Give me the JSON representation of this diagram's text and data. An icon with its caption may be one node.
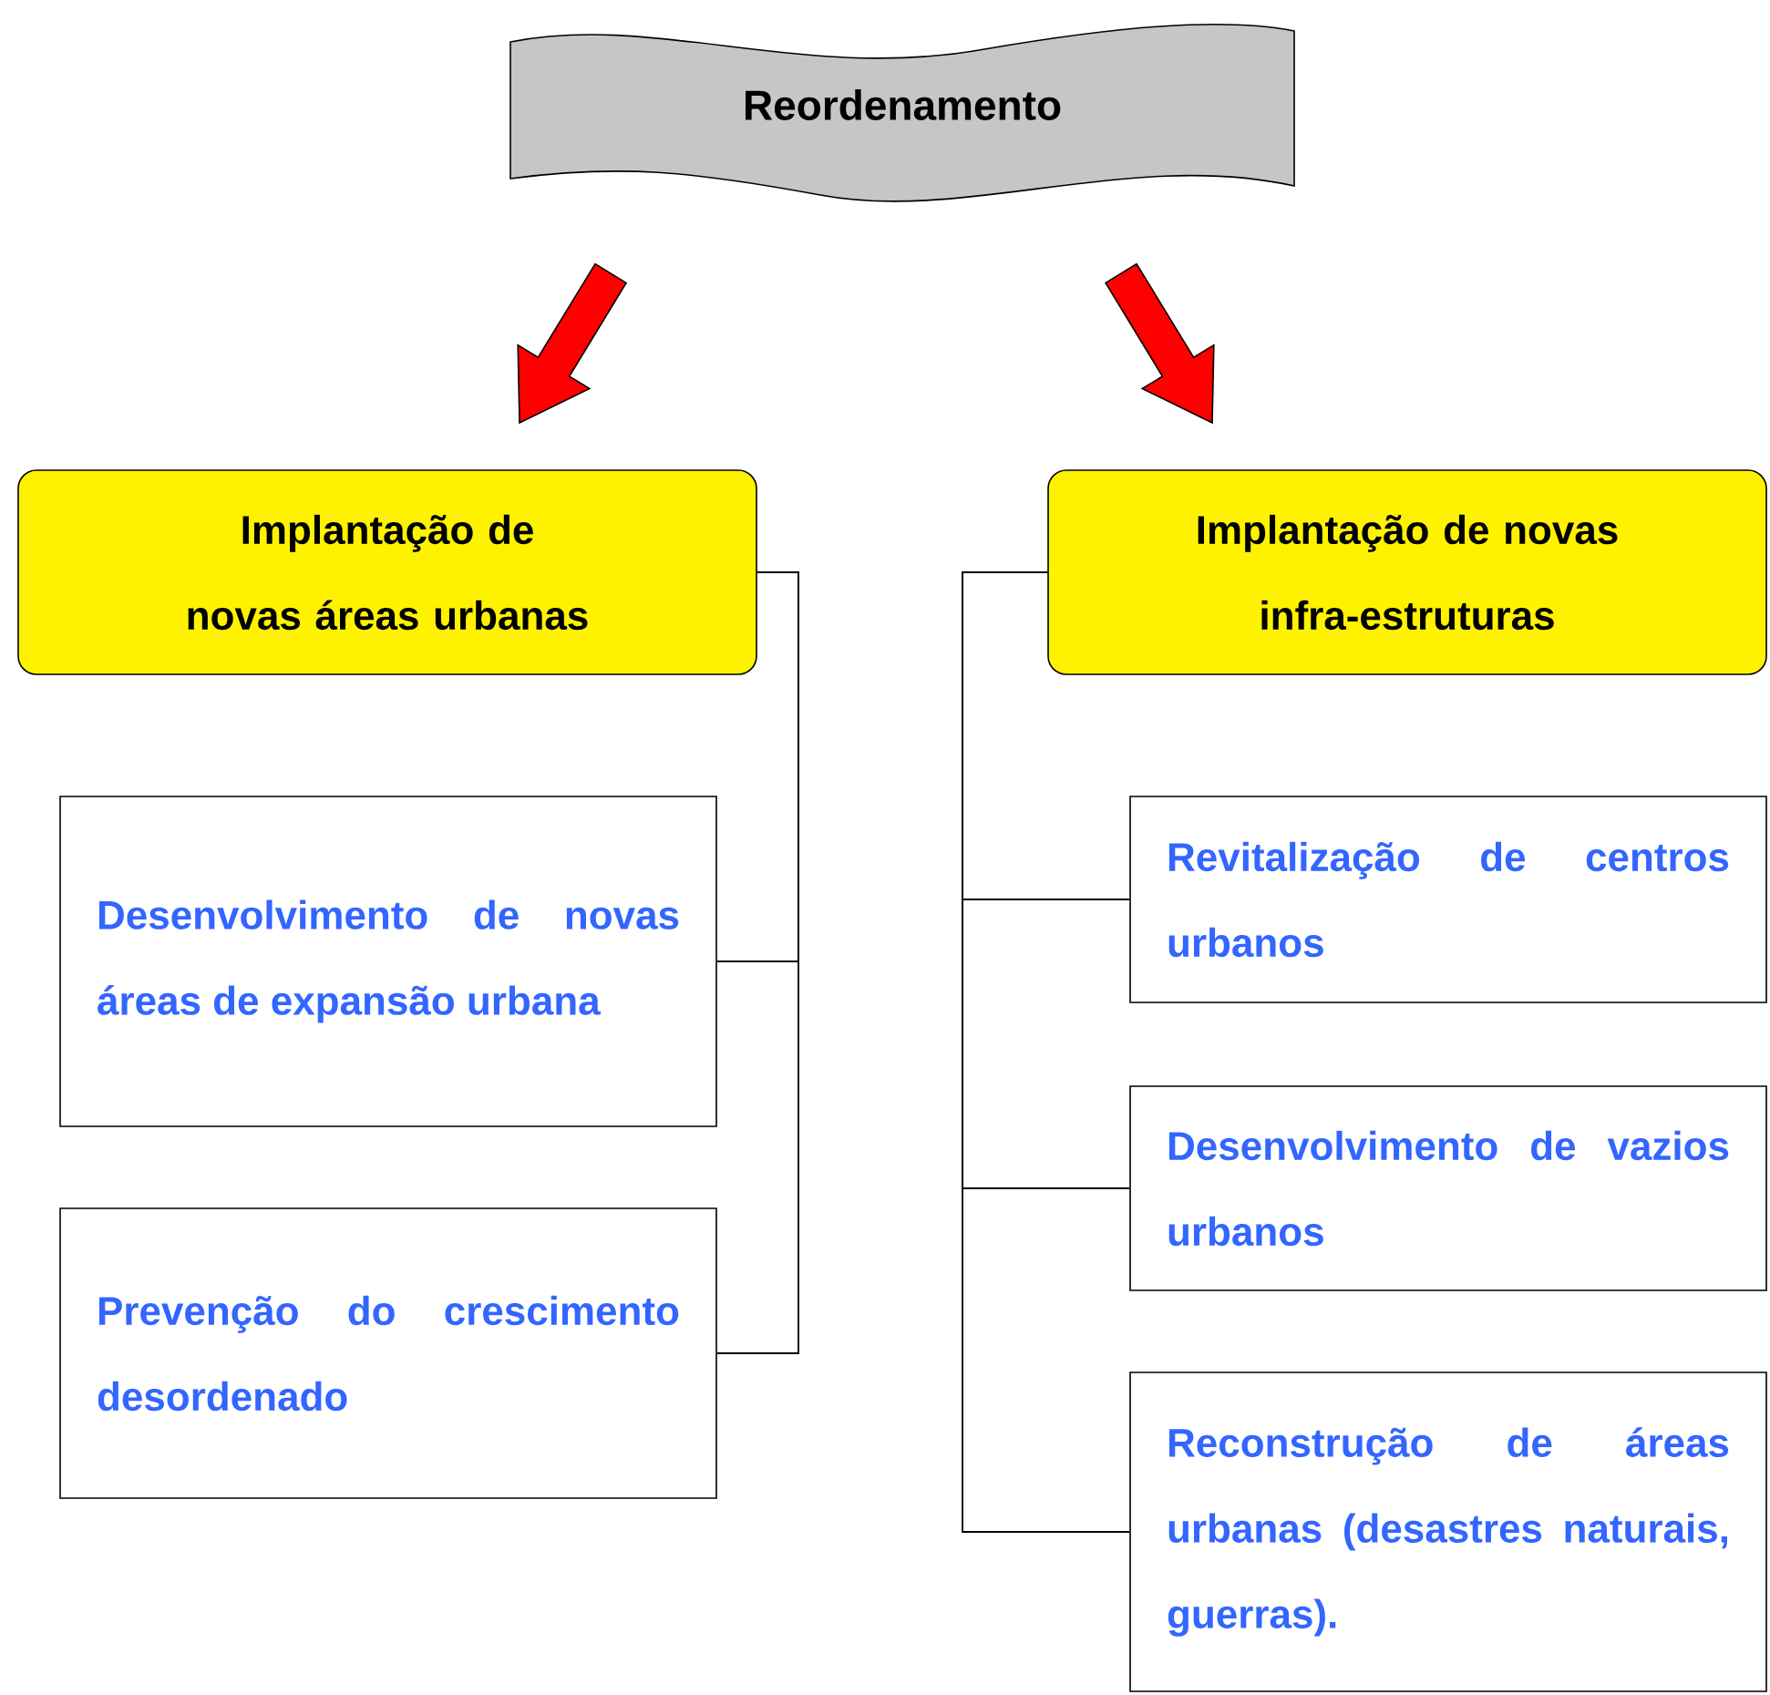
{
  "diagram": {
    "nodes": [
      {
        "text": [
          "Reordenamento"
        ]
      },
      {
        "text": [
          "Implantação de novas áreas urbanas"
        ]
      },
      {
        "text": [
          "Implantação de novas infra-estruturas"
        ]
      },
      {
        "text": [
          "Desenvolvimento de novas áreas de expansão urbana"
        ]
      },
      {
        "text": [
          "Prevenção do crescimento desordenado"
        ]
      },
      {
        "text": [
          "Revitalização de centros urbanos"
        ]
      },
      {
        "text": [
          "Desenvolvimento de vazios urbanos"
        ]
      },
      {
        "text": [
          "Reconstrução de áreas urbanas (desastres naturais, guerras)."
        ]
      }
    ],
    "edges": [
      {
        "from": 0,
        "to": 1,
        "arrow": "to",
        "style": "thick",
        "color": "#ff0000"
      },
      {
        "from": 0,
        "to": 2,
        "arrow": "to",
        "style": "thick",
        "color": "#ff0000"
      },
      {
        "from": 1,
        "to": 3,
        "arrow": "none"
      },
      {
        "from": 1,
        "to": 4,
        "arrow": "none"
      },
      {
        "from": 2,
        "to": 5,
        "arrow": "none"
      },
      {
        "from": 2,
        "to": 6,
        "arrow": "none"
      },
      {
        "from": 2,
        "to": 7,
        "arrow": "none"
      }
    ]
  }
}
